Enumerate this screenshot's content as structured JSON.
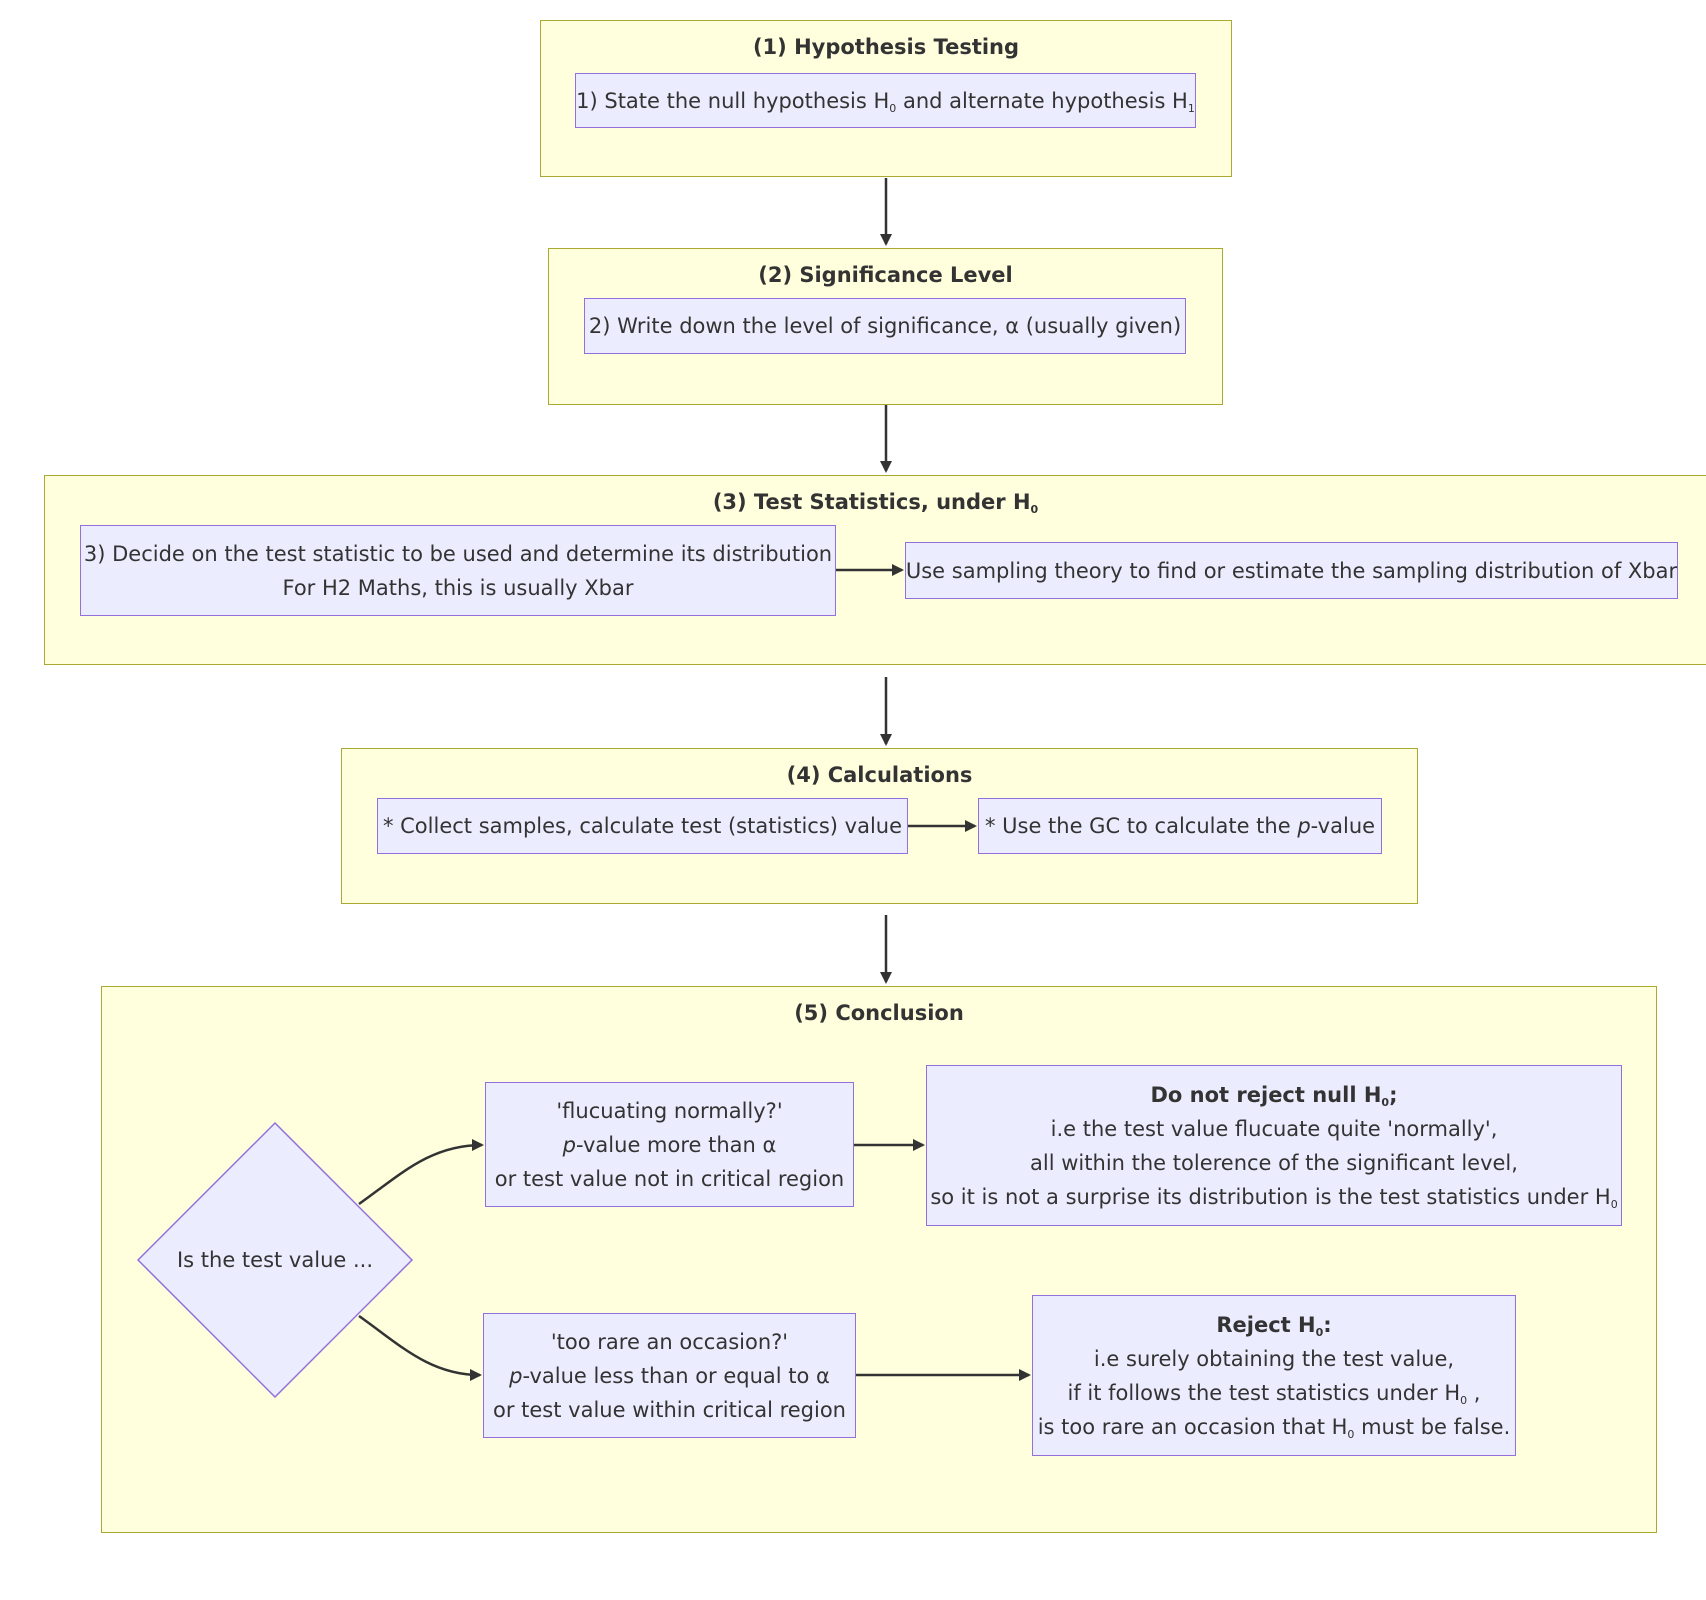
{
  "clusters": {
    "c1": {
      "title": "(1) Hypothesis Testing"
    },
    "c2": {
      "title": "(2) Significance Level"
    },
    "c3": {
      "title_pre": "(3) Test Statistics, under H",
      "title_sub": "0"
    },
    "c4": {
      "title": "(4) Calculations"
    },
    "c5": {
      "title": "(5) Conclusion"
    }
  },
  "nodes": {
    "state_hypothesis": {
      "pre": "1) State the null hypothesis H",
      "sub0": "0",
      "mid": " and alternate hypothesis H",
      "sub1": "1"
    },
    "significance": {
      "text": "2) Write down the level of significance, α (usually given)"
    },
    "decide_statistic": {
      "line1": "3) Decide on the test statistic to be used and determine its distribution",
      "line2": "For H2 Maths, this is usually Xbar"
    },
    "sampling_theory": {
      "text": "Use sampling theory to find or estimate the sampling distribution of Xbar"
    },
    "collect_samples": {
      "text": "* Collect samples, calculate test (statistics) value"
    },
    "use_gc": {
      "pre": "* Use the GC to calculate the ",
      "p": "p",
      "post": "-value"
    },
    "decision": {
      "text": "Is the test value ..."
    },
    "fluctuating": {
      "line1": "'flucuating normally?'",
      "line2_p": "p",
      "line2_rest": "-value more than α",
      "line3": "or test value not in critical region"
    },
    "too_rare": {
      "line1": "'too rare an occasion?'",
      "line2_p": "p",
      "line2_rest": "-value less than or equal to α",
      "line3": "or test value within critical region"
    },
    "do_not_reject": {
      "title_pre": "Do not reject null H",
      "title_sub": "0",
      "title_post": ";",
      "line2": "i.e the test value flucuate quite 'normally',",
      "line3": "all within the tolerence of the significant level,",
      "line4_pre": "so it is not a surprise its distribution is the test statistics under H",
      "line4_sub": "0"
    },
    "reject": {
      "title_pre": "Reject H",
      "title_sub": "0",
      "title_post": ":",
      "line2": "i.e surely obtaining the test value,",
      "line3_pre": "if it follows the test statistics under H",
      "line3_sub": "0",
      "line3_post": " ,",
      "line4_pre": "is too rare an occasion that H",
      "line4_sub": "0",
      "line4_post": " must be false."
    }
  },
  "colors": {
    "cluster_fill": "#ffffde",
    "cluster_border": "#aaaa33",
    "node_fill": "#ececff",
    "node_border": "#9370db",
    "edge": "#333333"
  }
}
